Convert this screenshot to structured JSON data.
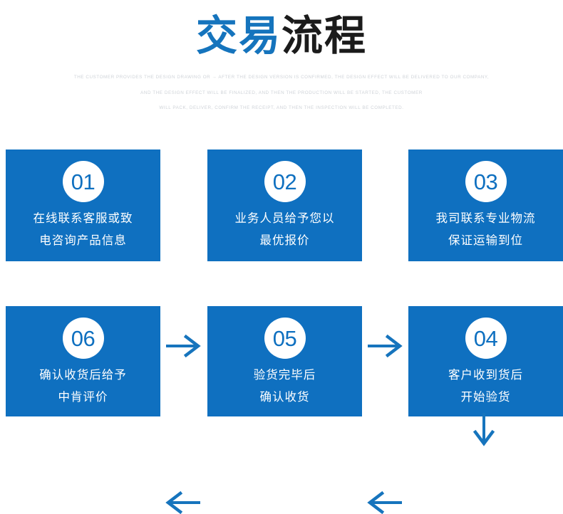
{
  "header": {
    "title_part_blue": "交易",
    "title_part_dark": "流程",
    "subtitle_lines": [
      "THE CUSTOMER PROVIDES THE DESIGN DRAWING OR → AFTER THE DESIGN VERSION IS CONFIRMED, THE DESIGN EFFECT WILL BE DELIVERED TO OUR COMPANY,",
      "AND THE DESIGN EFFECT WILL BE FINALIZED, AND THEN THE PRODUCTION WILL BE STARTED, THE CUSTOMER",
      "WILL PACK, DELIVER, CONFIRM THE RECEIPT, AND THEN THE INSPECTION WILL BE COMPLETED."
    ]
  },
  "colors": {
    "box_blue": "#0f70c0",
    "title_blue": "#1574bd",
    "title_dark": "#1b1b1b",
    "arrow_blue": "#1674bd",
    "subtitle_gray": "#cfd3d8",
    "badge_white": "#ffffff"
  },
  "steps": [
    {
      "number": "01",
      "line1": "在线联系客服或致",
      "line2": "电咨询产品信息"
    },
    {
      "number": "02",
      "line1": "业务人员给予您以",
      "line2": "最优报价"
    },
    {
      "number": "03",
      "line1": "我司联系专业物流",
      "line2": "保证运输到位"
    },
    {
      "number": "04",
      "line1": "客户收到货后",
      "line2": "开始验货"
    },
    {
      "number": "05",
      "line1": "验货完毕后",
      "line2": "确认收货"
    },
    {
      "number": "06",
      "line1": "确认收货后给予",
      "line2": "中肯评价"
    }
  ],
  "arrows": [
    {
      "name": "arrow-step1-to-step2",
      "direction": "right"
    },
    {
      "name": "arrow-step2-to-step3",
      "direction": "right"
    },
    {
      "name": "arrow-step3-to-step4",
      "direction": "down"
    },
    {
      "name": "arrow-step4-to-step5",
      "direction": "left"
    },
    {
      "name": "arrow-step5-to-step6",
      "direction": "left"
    }
  ]
}
